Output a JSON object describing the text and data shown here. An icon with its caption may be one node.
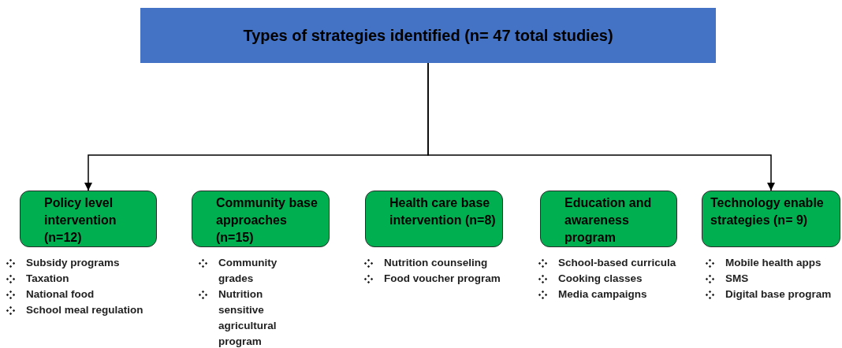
{
  "diagram": {
    "nodes": [
      {
        "text": [
          "Types of strategies identified (n= 47 total studies)"
        ]
      },
      {
        "text": [
          "Policy level intervention (n=12)"
        ],
        "beside": [
          "Subsidy programs",
          "Taxation",
          "National food",
          "School meal regulation"
        ]
      },
      {
        "text": [
          "Community base approaches (n=15)"
        ],
        "beside": [
          "Community grades",
          "Nutrition sensitive agricultural program"
        ]
      },
      {
        "text": [
          "Health care base intervention (n=8)"
        ],
        "beside": [
          "Nutrition counseling",
          "Food voucher program"
        ]
      },
      {
        "text": [
          "Education and awareness program"
        ],
        "beside": [
          "School-based curricula",
          "Cooking classes",
          "Media campaigns"
        ]
      },
      {
        "text": [
          "Technology enable strategies (n= 9)"
        ],
        "beside": [
          "Mobile health apps",
          "SMS",
          "Digital base program"
        ]
      }
    ],
    "edges": [
      {
        "from": 0,
        "to": 1,
        "arrow": "to"
      },
      {
        "from": 0,
        "to": 5,
        "arrow": "to"
      }
    ]
  }
}
